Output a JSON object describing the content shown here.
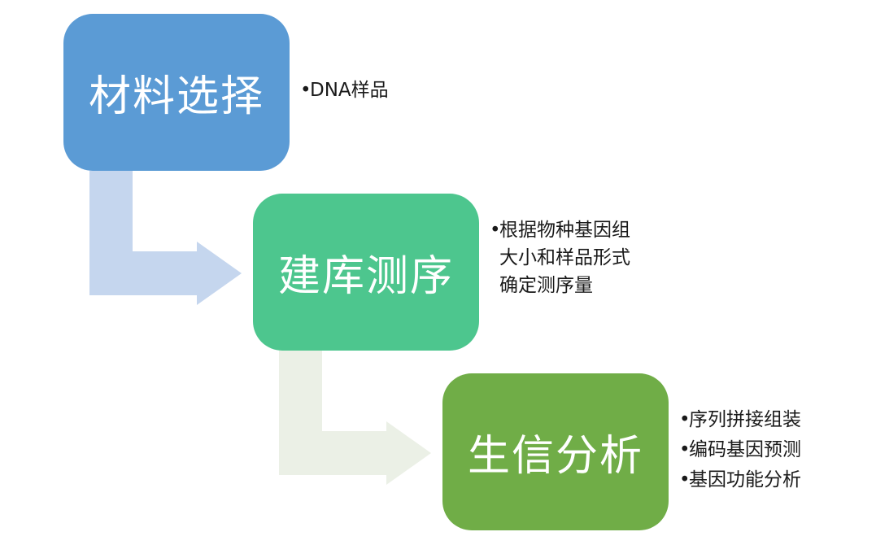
{
  "steps": [
    {
      "title": "材料选择",
      "color": "#5b9bd5",
      "notes": [
        "DNA样品"
      ]
    },
    {
      "title": "建库测序",
      "color": "#4dc68e",
      "notes": [
        "根据物种基因组大小和样品形式确定测序量"
      ]
    },
    {
      "title": "生信分析",
      "color": "#70ad47",
      "notes": [
        "序列拼接组装",
        "编码基因预测",
        "基因功能分析"
      ]
    }
  ],
  "connectors": [
    {
      "from": "材料选择",
      "to": "建库测序",
      "color": "#c5d6ee"
    },
    {
      "from": "建库测序",
      "to": "生信分析",
      "color": "#ebf0e6"
    }
  ]
}
